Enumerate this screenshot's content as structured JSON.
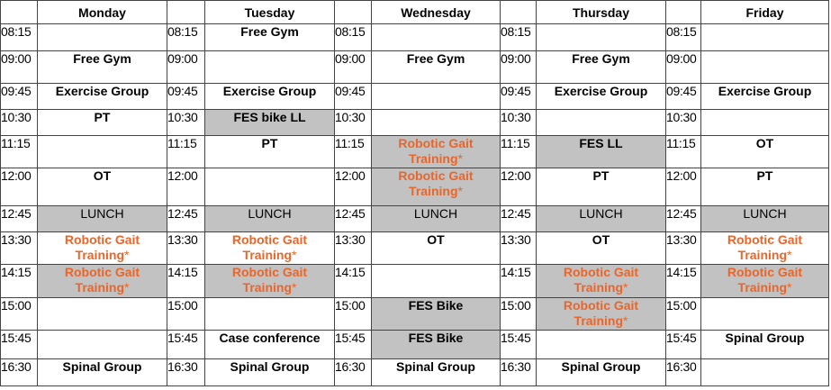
{
  "days": [
    "Monday",
    "Tuesday",
    "Wednesday",
    "Thursday",
    "Friday"
  ],
  "colors": {
    "shaded": "#c2c2c2",
    "robotic_text": "#e8662a",
    "grid": "#444444"
  },
  "rows": [
    {
      "height": 30,
      "times": [
        "08:15",
        "08:15",
        "08:15",
        "08:15",
        "08:15"
      ],
      "cells": [
        {
          "text": "",
          "style": ""
        },
        {
          "text": "Free Gym",
          "style": ""
        },
        {
          "text": "",
          "style": ""
        },
        {
          "text": "",
          "style": ""
        },
        {
          "text": "",
          "style": ""
        }
      ]
    },
    {
      "height": 36,
      "times": [
        "09:00",
        "09:00",
        "09:00",
        "09:00",
        "09:00"
      ],
      "cells": [
        {
          "text": "Free Gym",
          "style": ""
        },
        {
          "text": "",
          "style": ""
        },
        {
          "text": "Free Gym",
          "style": ""
        },
        {
          "text": "Free Gym",
          "style": ""
        },
        {
          "text": "",
          "style": ""
        }
      ]
    },
    {
      "height": 29,
      "times": [
        "09:45",
        "09:45",
        "09:45",
        "09:45",
        "09:45"
      ],
      "cells": [
        {
          "text": "Exercise Group",
          "style": ""
        },
        {
          "text": "Exercise Group",
          "style": ""
        },
        {
          "text": "",
          "style": ""
        },
        {
          "text": "Exercise Group",
          "style": ""
        },
        {
          "text": "Exercise Group",
          "style": ""
        }
      ]
    },
    {
      "height": 29,
      "times": [
        "10:30",
        "10:30",
        "10:30",
        "10:30",
        "10:30"
      ],
      "cells": [
        {
          "text": "PT",
          "style": ""
        },
        {
          "text": "FES bike LL",
          "style": "shaded"
        },
        {
          "text": "",
          "style": ""
        },
        {
          "text": "",
          "style": ""
        },
        {
          "text": "",
          "style": ""
        }
      ]
    },
    {
      "height": 36,
      "times": [
        "11:15",
        "11:15",
        "11:15",
        "11:15",
        "11:15"
      ],
      "cells": [
        {
          "text": "",
          "style": ""
        },
        {
          "text": "PT",
          "style": ""
        },
        {
          "text": "Robotic Gait Training",
          "asterisk": "*",
          "style": "shaded orange"
        },
        {
          "text": "FES LL",
          "style": "shaded"
        },
        {
          "text": "OT",
          "style": ""
        }
      ]
    },
    {
      "height": 42,
      "times": [
        "12:00",
        "12:00",
        "12:00",
        "12:00",
        "12:00"
      ],
      "cells": [
        {
          "text": "OT",
          "style": ""
        },
        {
          "text": "",
          "style": ""
        },
        {
          "text": "Robotic Gait Training",
          "asterisk": "*",
          "style": "shaded orange"
        },
        {
          "text": "PT",
          "style": ""
        },
        {
          "text": "PT",
          "style": ""
        }
      ]
    },
    {
      "height": 29,
      "times": [
        "12:45",
        "12:45",
        "12:45",
        "12:45",
        "12:45"
      ],
      "cells": [
        {
          "text": "LUNCH",
          "style": "shaded lunch"
        },
        {
          "text": "LUNCH",
          "style": "shaded lunch"
        },
        {
          "text": "LUNCH",
          "style": "shaded lunch"
        },
        {
          "text": "LUNCH",
          "style": "shaded lunch"
        },
        {
          "text": "LUNCH",
          "style": "shaded lunch"
        }
      ]
    },
    {
      "height": 36,
      "times": [
        "13:30",
        "13:30",
        "13:30",
        "13:30",
        "13:30"
      ],
      "cells": [
        {
          "text": "Robotic Gait Training",
          "asterisk": "*",
          "style": "orange"
        },
        {
          "text": "Robotic Gait Training",
          "asterisk": "*",
          "style": "orange"
        },
        {
          "text": "OT",
          "style": ""
        },
        {
          "text": "OT",
          "style": ""
        },
        {
          "text": "Robotic Gait Training",
          "asterisk": "*",
          "style": "orange"
        }
      ]
    },
    {
      "height": 37,
      "times": [
        "14:15",
        "14:15",
        "14:15",
        "14:15",
        "14:15"
      ],
      "cells": [
        {
          "text": "Robotic Gait Training",
          "asterisk": "*",
          "style": "shaded orange"
        },
        {
          "text": "Robotic Gait Training",
          "asterisk": "*",
          "style": "shaded orange"
        },
        {
          "text": "",
          "style": ""
        },
        {
          "text": "Robotic Gait Training",
          "asterisk": "*",
          "style": "shaded orange"
        },
        {
          "text": "Robotic Gait Training",
          "asterisk": "*",
          "style": "shaded orange"
        }
      ]
    },
    {
      "height": 36,
      "times": [
        "15:00",
        "15:00",
        "15:00",
        "15:00",
        "15:00"
      ],
      "cells": [
        {
          "text": "",
          "style": ""
        },
        {
          "text": "",
          "style": ""
        },
        {
          "text": "FES Bike",
          "style": "shaded"
        },
        {
          "text": "Robotic Gait Training",
          "asterisk": "*",
          "style": "shaded orange"
        },
        {
          "text": "",
          "style": ""
        }
      ]
    },
    {
      "height": 32,
      "times": [
        "15:45",
        "15:45",
        "15:45",
        "15:45",
        "15:45"
      ],
      "cells": [
        {
          "text": "",
          "style": ""
        },
        {
          "text": "Case conference",
          "style": ""
        },
        {
          "text": "FES Bike",
          "style": "shaded"
        },
        {
          "text": "",
          "style": ""
        },
        {
          "text": "Spinal Group",
          "style": ""
        }
      ]
    },
    {
      "height": 30,
      "times": [
        "16:30",
        "16:30",
        "16:30",
        "16:30",
        "16:30"
      ],
      "cells": [
        {
          "text": "Spinal Group",
          "style": ""
        },
        {
          "text": "Spinal Group",
          "style": ""
        },
        {
          "text": "Spinal Group",
          "style": ""
        },
        {
          "text": "Spinal Group",
          "style": ""
        },
        {
          "text": "",
          "style": ""
        }
      ]
    }
  ]
}
